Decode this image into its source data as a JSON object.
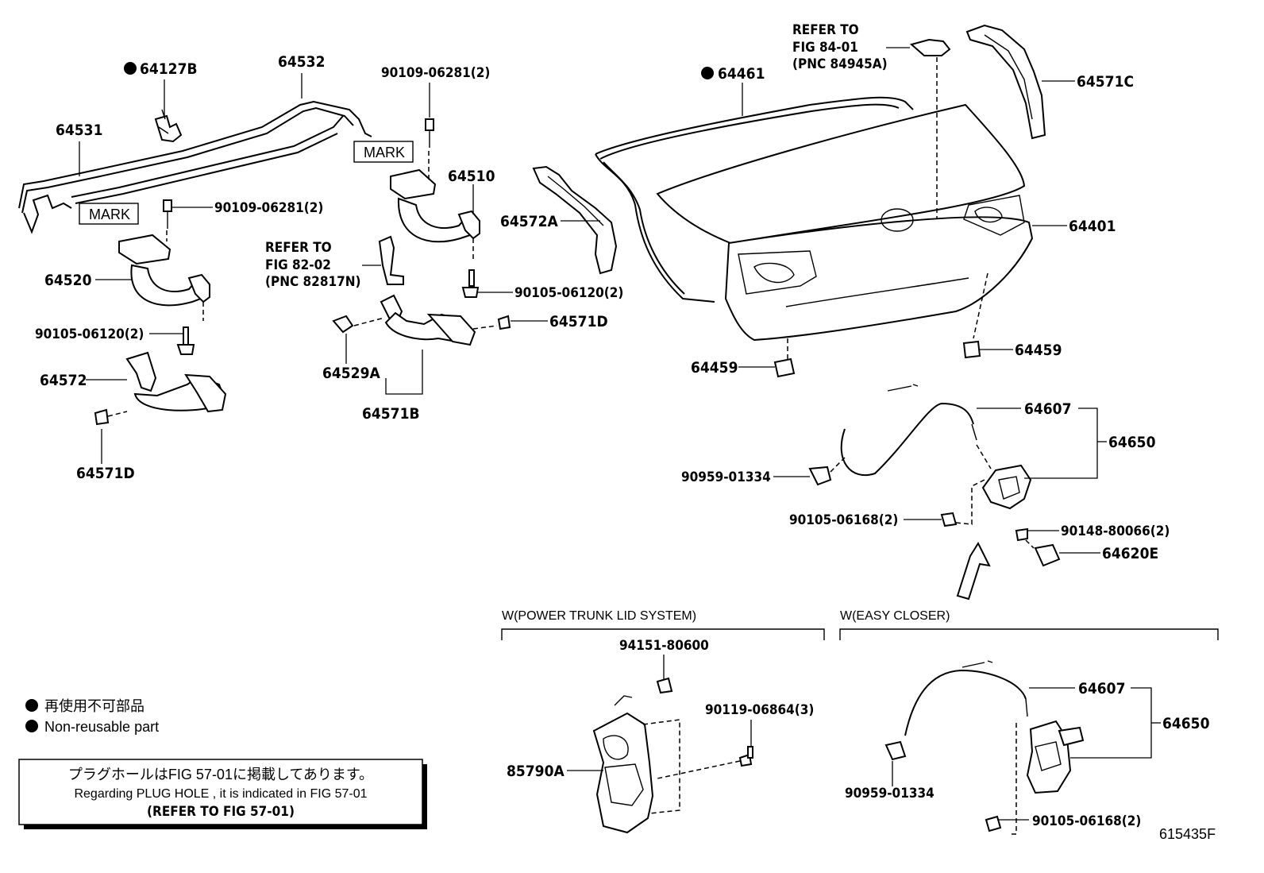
{
  "labels": {
    "p64127B": "64127B",
    "p64532": "64532",
    "p64531": "64531",
    "mark1": "MARK",
    "mark2": "MARK",
    "bolt_9010906281_a": "90109-06281(2)",
    "bolt_9010906281_b": "90109-06281(2)",
    "p64510": "64510",
    "p64520": "64520",
    "bolt_9010506120_a": "90105-06120(2)",
    "bolt_9010506120_b": "90105-06120(2)",
    "p64572": "64572",
    "p64571D_a": "64571D",
    "p64571D_b": "64571D",
    "p64529A": "64529A",
    "p64571B": "64571B",
    "refer_82_1": "REFER TO",
    "refer_82_2": "FIG 82-02",
    "refer_82_3": "(PNC 82817N)",
    "p64572A": "64572A",
    "p64461": "64461",
    "refer_84_1": "REFER TO",
    "refer_84_2": "FIG 84-01",
    "refer_84_3": "(PNC 84945A)",
    "p64571C": "64571C",
    "p64401": "64401",
    "p64459_a": "64459",
    "p64459_b": "64459",
    "p64607_a": "64607",
    "p64650_a": "64650",
    "clip_9095901334_a": "90959-01334",
    "bolt_9010506168_a": "90105-06168(2)",
    "screw_9014880066": "90148-80066(2)",
    "p64620E": "64620E",
    "sec_power": "W(POWER TRUNK LID SYSTEM)",
    "sec_easy": "W(EASY CLOSER)",
    "nut_9415180600": "94151-80600",
    "bolt_9011906864": "90119-06864(3)",
    "p85790A": "85790A",
    "p64607_b": "64607",
    "p64650_b": "64650",
    "clip_9095901334_b": "90959-01334",
    "bolt_9010506168_b": "90105-06168(2)",
    "figure_id": "615435F"
  },
  "legend": {
    "jp": "再使用不可部品",
    "en": "Non-reusable part"
  },
  "notice": {
    "jp": "プラグホールはFIG 57-01に掲載してあります。",
    "en": "Regarding PLUG HOLE , it is indicated in FIG 57-01",
    "ref": "(REFER TO FIG 57-01)"
  }
}
